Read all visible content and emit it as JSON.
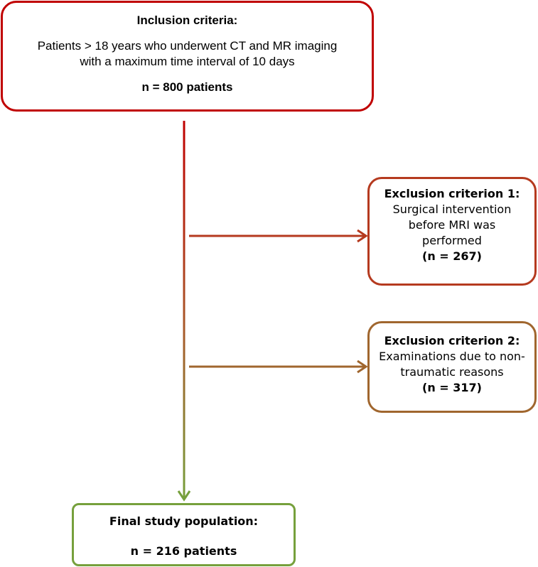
{
  "inclusion": {
    "title": "Inclusion criteria:",
    "line1": "Patients > 18 years who underwent CT and MR imaging",
    "line2": "with a maximum time interval of 10 days",
    "n": "n = 800 patients",
    "color": "#c00000"
  },
  "exclusion1": {
    "title": "Exclusion criterion 1:",
    "line1": "Surgical intervention",
    "line2": "before MRI was",
    "line3": "performed",
    "n": "(n = 267)",
    "color": "#b53a1f"
  },
  "exclusion2": {
    "title": "Exclusion criterion 2:",
    "line1": "Examinations due to non-",
    "line2": "traumatic reasons",
    "n": "(n = 317)",
    "color": "#a0662e"
  },
  "final": {
    "title": "Final study population:",
    "n": "n = 216 patients",
    "color": "#76a03c"
  },
  "connector_gradient": [
    "#c00000",
    "#a0662e",
    "#76a03c"
  ]
}
